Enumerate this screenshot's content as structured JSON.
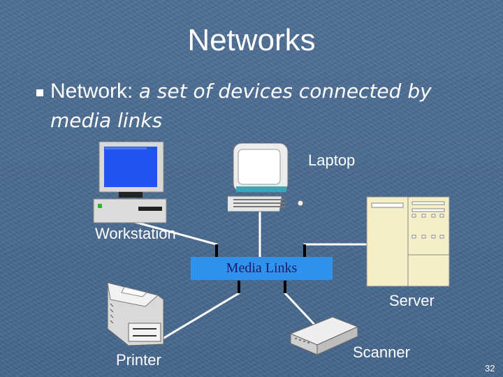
{
  "slide": {
    "title": "Networks",
    "bullet": {
      "term": "Network:",
      "definition": "a set of devices connected by media links"
    },
    "devices": {
      "laptop": "Laptop",
      "workstation": "Workstation",
      "server": "Server",
      "printer": "Printer",
      "scanner": "Scanner"
    },
    "media_links": "Media Links",
    "page_number": "32"
  },
  "colors": {
    "background": "#4a6a8e",
    "text": "#ffffff",
    "media_box": "#2f93ee",
    "media_text": "#1a1a66",
    "server_body": "#f4efc6"
  },
  "icons": [
    "workstation-icon",
    "laptop-icon",
    "server-icon",
    "printer-icon",
    "scanner-icon"
  ]
}
